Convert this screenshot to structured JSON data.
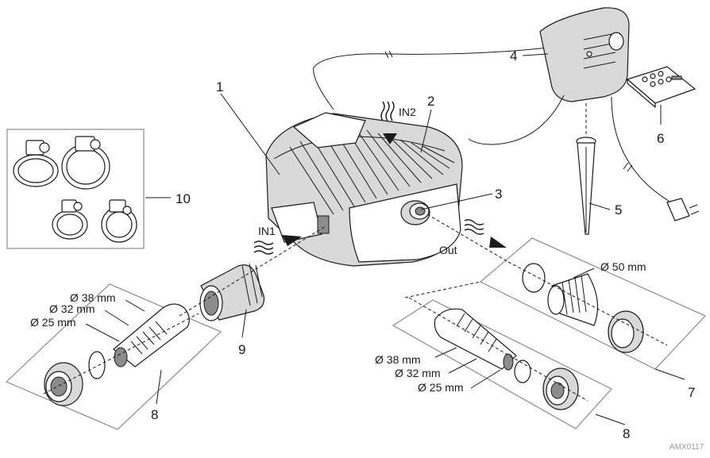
{
  "callouts": {
    "n1": "1",
    "n2": "2",
    "n3": "3",
    "n4": "4",
    "n5": "5",
    "n6": "6",
    "n7": "7",
    "n8a": "8",
    "n8b": "8",
    "n9": "9",
    "n10": "10"
  },
  "labels": {
    "in1": "IN1",
    "in2": "IN2",
    "out": "Out"
  },
  "dimensions": {
    "left": [
      "Ø 38 mm",
      "Ø 32 mm",
      "Ø 25 mm"
    ],
    "right": [
      "Ø 38 mm",
      "Ø 32 mm",
      "Ø 25 mm"
    ],
    "outlet": "Ø 50 mm"
  },
  "image_code": "AMX0117"
}
